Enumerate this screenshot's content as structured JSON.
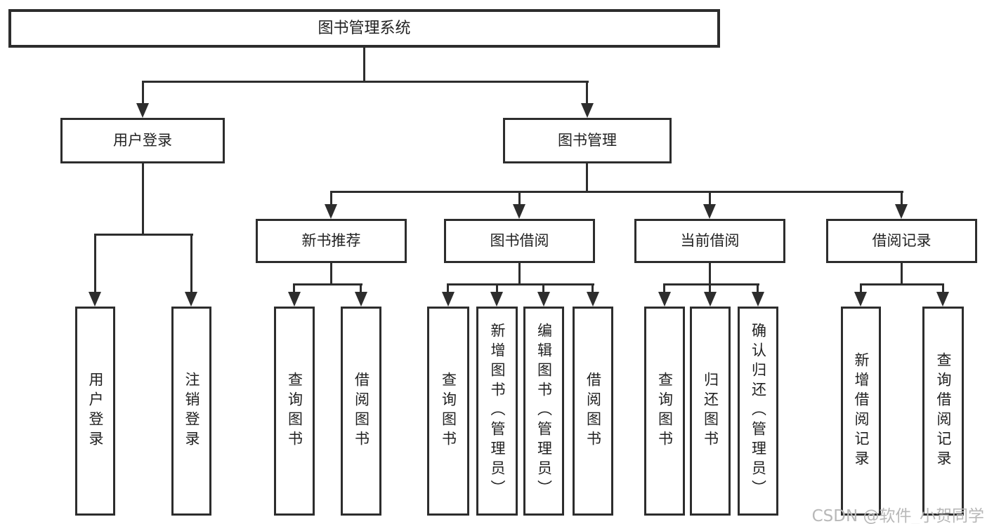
{
  "tree": {
    "root": {
      "label": "图书管理系统"
    },
    "branches": [
      {
        "label": "用户登录",
        "children": [
          {
            "label": "用户登录"
          },
          {
            "label": "注销登录"
          }
        ]
      },
      {
        "label": "图书管理",
        "children": [
          {
            "label": "新书推荐",
            "children": [
              {
                "label": "查询图书"
              },
              {
                "label": "借阅图书"
              }
            ]
          },
          {
            "label": "图书借阅",
            "children": [
              {
                "label": "查询图书"
              },
              {
                "label": "新增图书（管理员）"
              },
              {
                "label": "编辑图书（管理员）"
              },
              {
                "label": "借阅图书"
              }
            ]
          },
          {
            "label": "当前借阅",
            "children": [
              {
                "label": "查询图书"
              },
              {
                "label": "归还图书"
              },
              {
                "label": "确认归还（管理员）"
              }
            ]
          },
          {
            "label": "借阅记录",
            "children": [
              {
                "label": "新增借阅记录"
              },
              {
                "label": "查询借阅记录"
              }
            ]
          }
        ]
      }
    ]
  },
  "watermark": {
    "text": "CSDN @软件_小贺同学"
  },
  "colors": {
    "line": "#2d2d2d",
    "text": "#222222",
    "watermark": "#b8b8b8",
    "background": "#ffffff"
  }
}
